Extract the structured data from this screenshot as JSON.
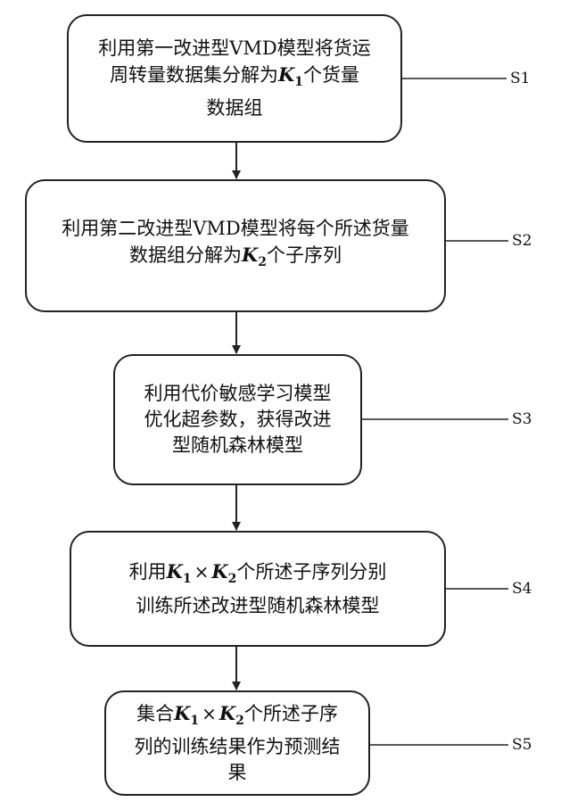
{
  "steps": [
    {
      "label": "S1",
      "lines": [
        [
          {
            "t": "利用第一改进型VMD模型将货运"
          }
        ],
        [
          {
            "t": "周转量数据集分解为"
          },
          {
            "v": "K",
            "sub": "1"
          },
          {
            "t": "个货量"
          }
        ],
        [
          {
            "t": "数据组"
          }
        ]
      ]
    },
    {
      "label": "S2",
      "lines": [
        [
          {
            "t": "利用第二改进型VMD模型将每个所述货量"
          }
        ],
        [
          {
            "t": "数据组分解为"
          },
          {
            "v": "K",
            "sub": "2"
          },
          {
            "t": "个子序列"
          }
        ]
      ]
    },
    {
      "label": "S3",
      "lines": [
        [
          {
            "t": "利用代价敏感学习模型"
          }
        ],
        [
          {
            "t": "优化超参数，获得改进"
          }
        ],
        [
          {
            "t": "型随机森林模型"
          }
        ]
      ]
    },
    {
      "label": "S4",
      "lines": [
        [
          {
            "t": "利用"
          },
          {
            "v": "K",
            "sub": "1"
          },
          {
            "op": "×"
          },
          {
            "v": "K",
            "sub": "2"
          },
          {
            "t": "个所述子序列分别"
          }
        ],
        [
          {
            "t": "训练所述改进型随机森林模型"
          }
        ]
      ]
    },
    {
      "label": "S5",
      "lines": [
        [
          {
            "t": "集合"
          },
          {
            "v": "K",
            "sub": "1"
          },
          {
            "op": "×"
          },
          {
            "v": "K",
            "sub": "2"
          },
          {
            "t": "个所述子序"
          }
        ],
        [
          {
            "t": "列的训练结果作为预测结"
          }
        ],
        [
          {
            "t": "果"
          }
        ]
      ]
    }
  ]
}
